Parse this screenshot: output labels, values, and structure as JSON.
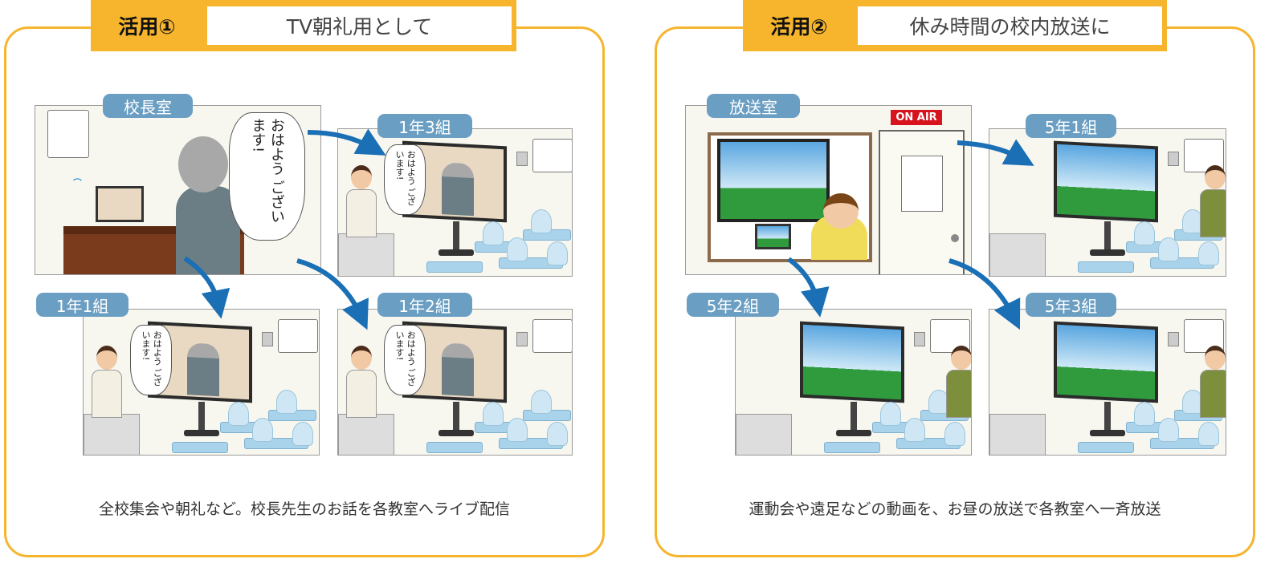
{
  "panels": [
    {
      "number": "活用①",
      "title": "TV朝礼用として",
      "source_room": {
        "label": "校長室",
        "speech": "おはよう ございます!"
      },
      "classrooms": [
        {
          "label": "1年3組",
          "speech": "おはよう ございます!"
        },
        {
          "label": "1年1組",
          "speech": "おはよう ございます!"
        },
        {
          "label": "1年2組",
          "speech": "おはよう ございます!"
        }
      ],
      "caption": "全校集会や朝礼など。校長先生のお話を各教室へライブ配信"
    },
    {
      "number": "活用②",
      "title": "休み時間の校内放送に",
      "source_room": {
        "label": "放送室",
        "sign": "ON AIR"
      },
      "classrooms": [
        {
          "label": "5年1組"
        },
        {
          "label": "5年2組"
        },
        {
          "label": "5年3組"
        }
      ],
      "caption": "運動会や遠足などの動画を、お昼の放送で各教室へ一斉放送"
    }
  ],
  "colors": {
    "accent": "#f6b52c",
    "label": "#6a9ec2",
    "arrow": "#1a6fb5",
    "on_air": "#d7141d"
  }
}
